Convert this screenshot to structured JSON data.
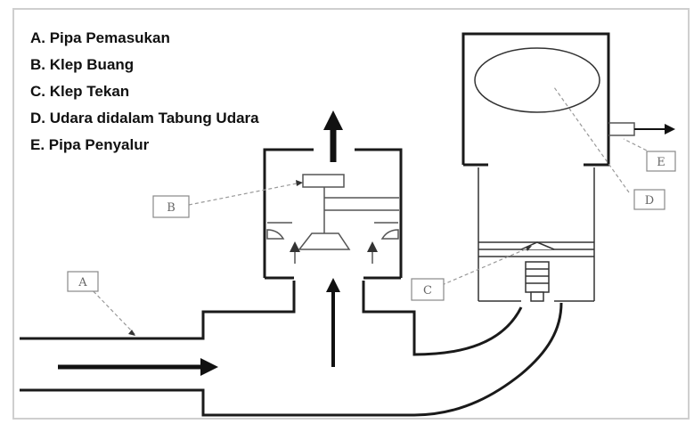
{
  "legend": [
    {
      "key": "A",
      "text": "A. Pipa Pemasukan"
    },
    {
      "key": "B",
      "text": "B. Klep Buang"
    },
    {
      "key": "C",
      "text": "C. Klep Tekan"
    },
    {
      "key": "D",
      "text": "D. Udara didalam Tabung Udara"
    },
    {
      "key": "E",
      "text": "E. Pipa Penyalur"
    }
  ],
  "tags": {
    "a": "A",
    "b": "B",
    "c": "C",
    "d": "D",
    "e": "E"
  },
  "colors": {
    "line": "#1a1a1a",
    "thin": "#999999",
    "tag_border": "#888888",
    "tag_text": "#666666",
    "frame": "#cfcfcf"
  }
}
